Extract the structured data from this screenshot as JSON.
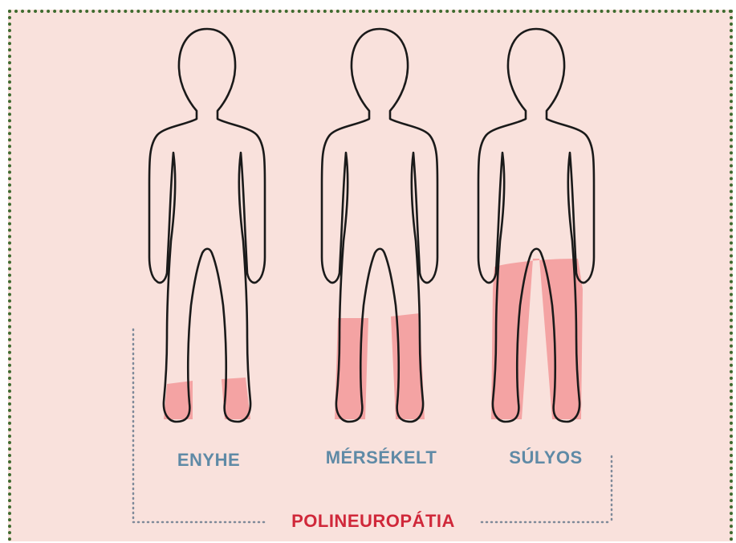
{
  "labels": {
    "mild": "ENYHE",
    "moderate": "MÉRSÉKELT",
    "severe": "SÚLYOS"
  },
  "title": "POLINEUROPÁTIA",
  "colors": {
    "background": "#f9e1dc",
    "frame": "#3e6b2f",
    "affected_area": "#f4a3a3",
    "label": "#5f8aa6",
    "title": "#d0283a",
    "bracket": "#7f8a99"
  }
}
